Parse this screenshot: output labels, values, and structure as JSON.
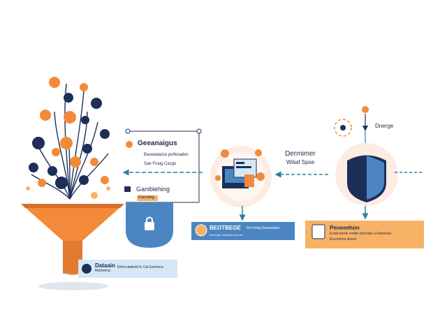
{
  "colors": {
    "orange": "#f28a3a",
    "navy": "#1d2f57",
    "blue": "#4b86c2",
    "teal": "#2f7f9b",
    "light_blue": "#d6e8f7",
    "light_orange": "#f8b266",
    "peach": "#fdece3"
  },
  "funnel": {
    "nodes_icon": "network-nodes-icon",
    "caption": {
      "title": "Dataain",
      "subtitle": "Marketing",
      "body": "Ethnoutatedd to Cat Eaemers"
    }
  },
  "left_box": {
    "title": "Geeanaigus",
    "line1": "Baoeaaiaiza poifesades",
    "line2": "Sae Fnaig Cacgo",
    "sublabel": "Ganiblehing",
    "tag": "Ganateg"
  },
  "center": {
    "banner": {
      "title": "BEOTBEGE",
      "line1": "Visi Fneig Eaeaaialee",
      "line2": "Ereeeaer veilecaus sloerrs"
    }
  },
  "right_top": {
    "label": "Dnerge"
  },
  "center_right": {
    "title": "Dermimer",
    "subtitle": "Wiiiaf Spse"
  },
  "right_banner": {
    "title": "Peneeehon",
    "line1": "Evste toerie voelte cimreete a Reoieese",
    "line2": "Ersccnoos sloeel"
  }
}
